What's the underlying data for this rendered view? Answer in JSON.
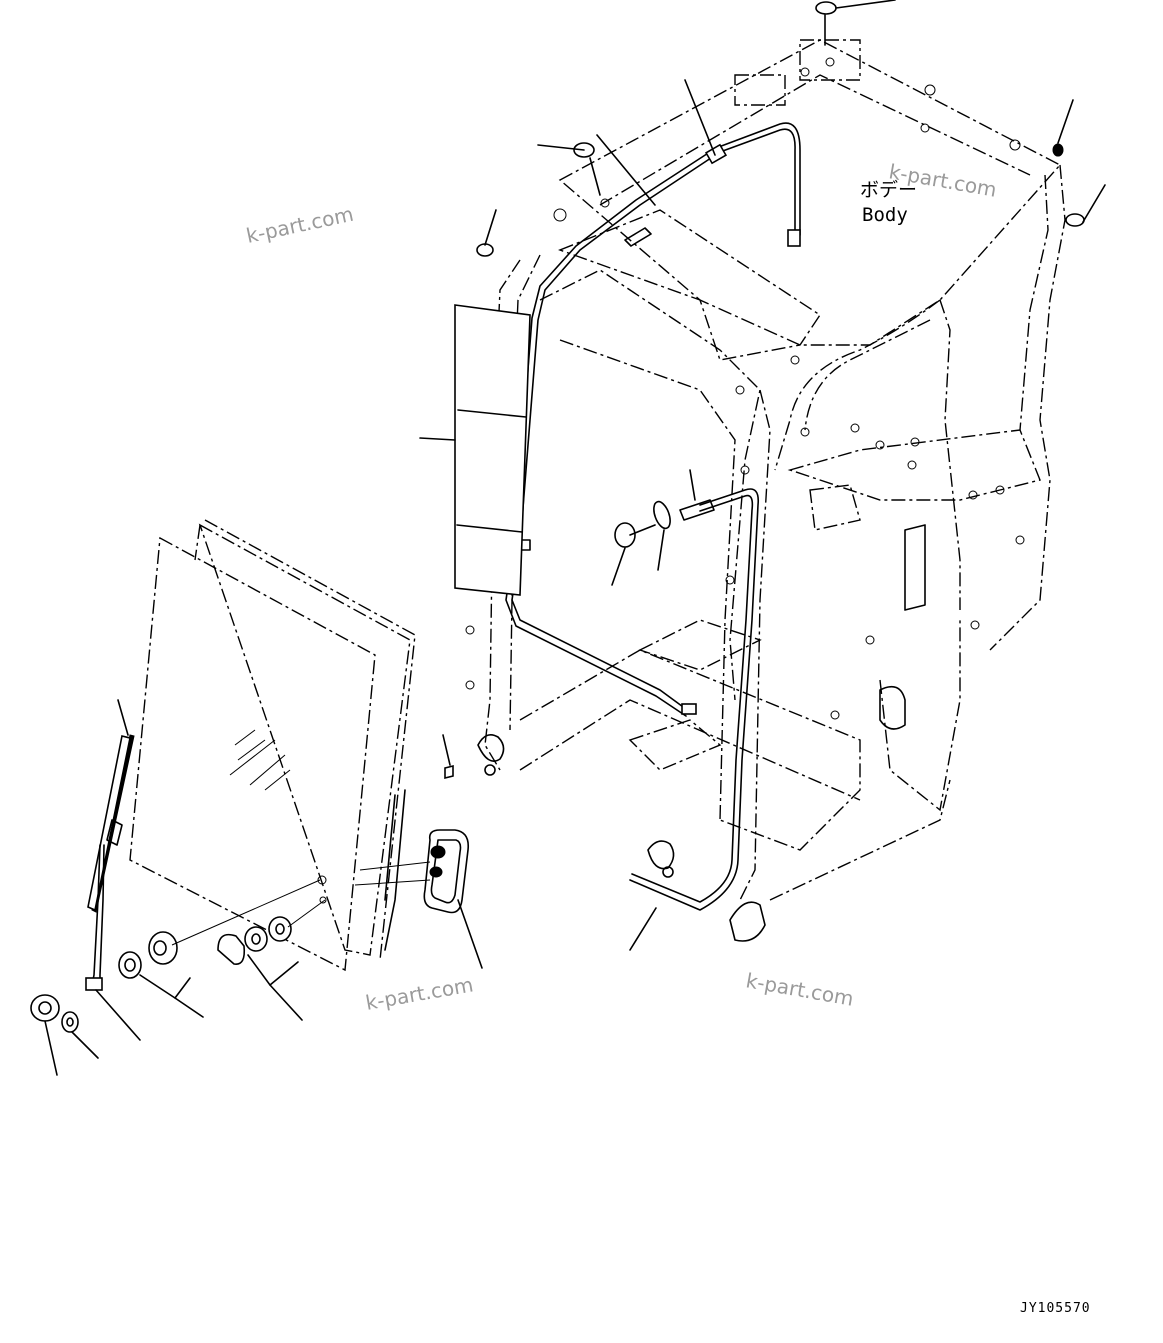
{
  "labels": {
    "body_jp": "ボデー",
    "body_en": "Body",
    "drawing_code": "JY105570"
  },
  "watermarks": [
    "k-part.com",
    "k-part.com",
    "k-part.com",
    "k-part.com"
  ]
}
